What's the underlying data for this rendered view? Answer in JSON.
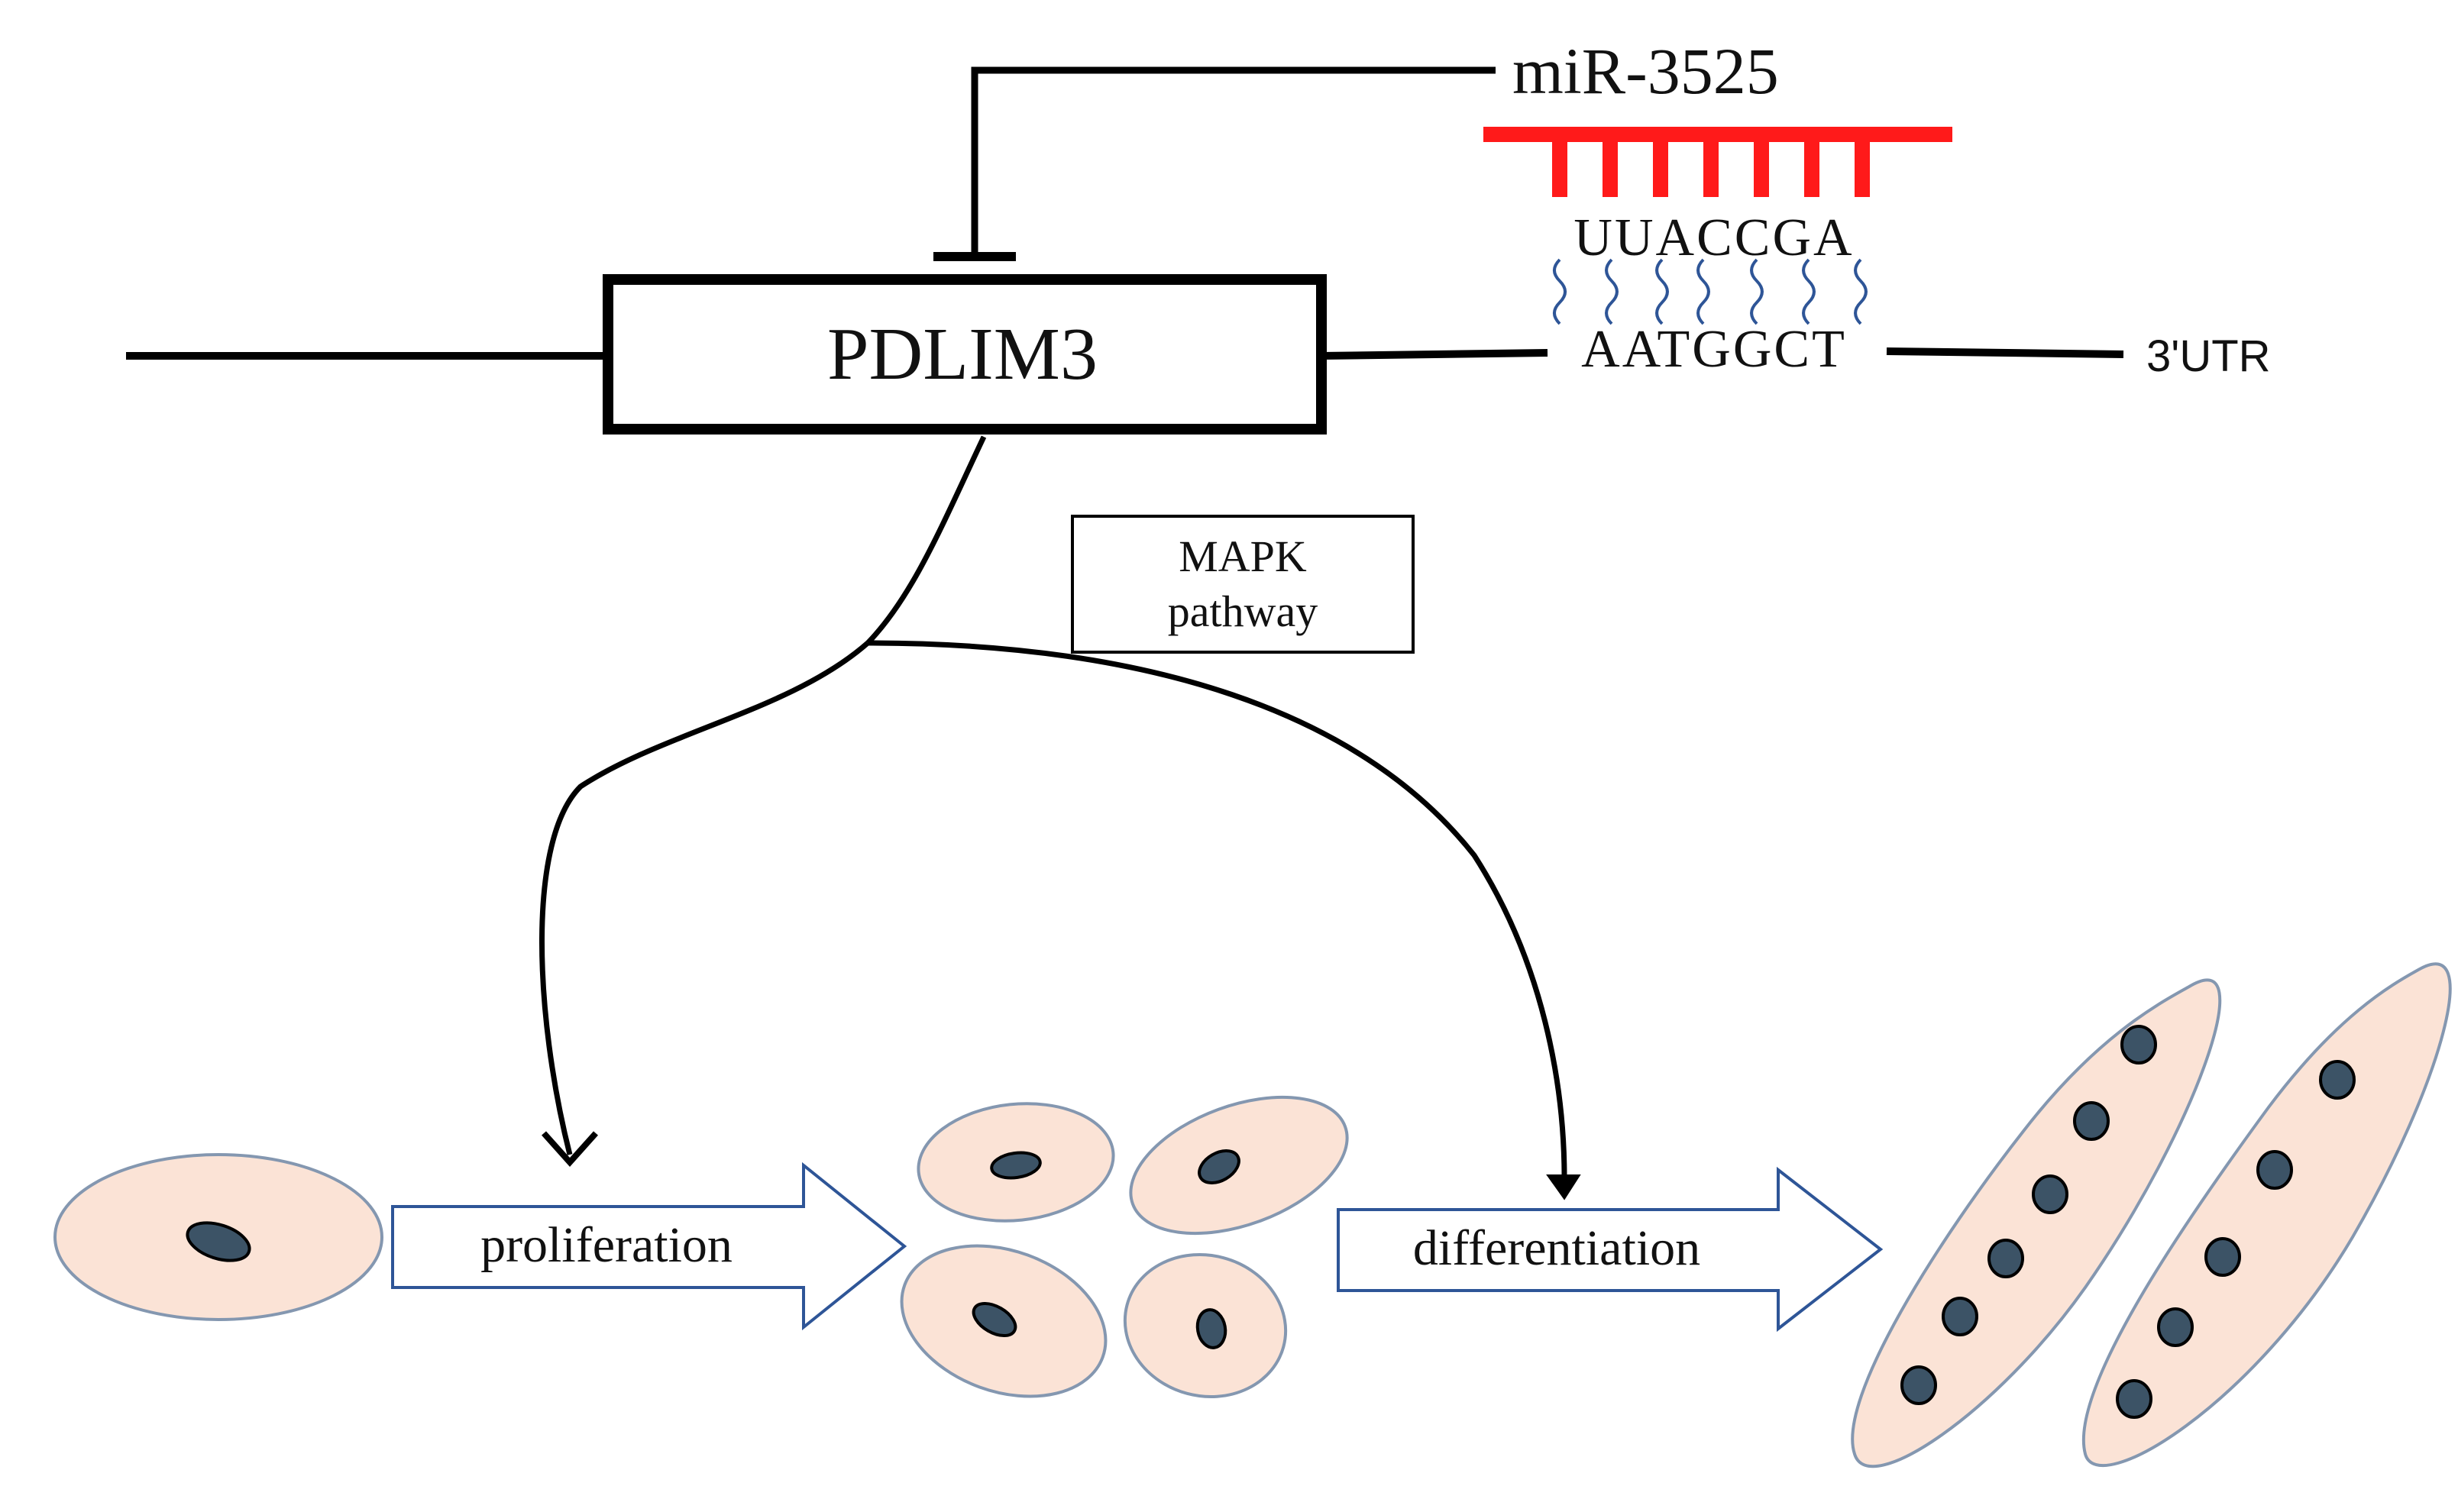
{
  "gene": {
    "name": "PDLIM3",
    "utr_label": "3'UTR",
    "target_sequence": "AATGGCT"
  },
  "mirna": {
    "name": "miR-3525",
    "seed_sequence": "UUACCGA",
    "color": "#ff1a1a"
  },
  "pathway": {
    "line1": "MAPK",
    "line2": "pathway"
  },
  "processes": {
    "proliferation": "proliferation",
    "differentiation": "differentiation"
  },
  "colors": {
    "cell_fill": "#fbe3d6",
    "cell_stroke": "#8497b0",
    "nucleus_fill": "#3c5366",
    "process_arrow_stroke": "#2e5597",
    "pairing_wave": "#2e5597",
    "line": "#000000"
  }
}
